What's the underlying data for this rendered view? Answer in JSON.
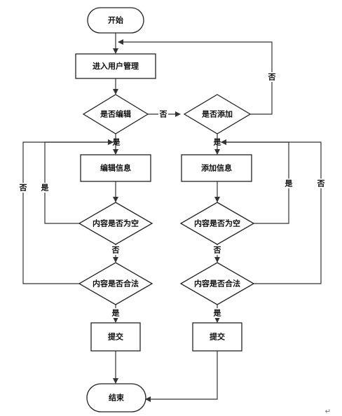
{
  "flow": {
    "start": "开始",
    "enter_user_mgmt": "进入用户管理",
    "is_edit": "是否编辑",
    "is_add": "是否添加",
    "edit_info": "编辑信息",
    "add_info": "添加信息",
    "left_is_empty": "内容是否为空",
    "right_is_empty": "内容是否为空",
    "left_is_valid": "内容是否合法",
    "right_is_valid": "内容是否合法",
    "left_submit": "提交",
    "right_submit": "提交",
    "end": "结束",
    "yes": "是",
    "no": "否",
    "mark": "↵"
  },
  "colors": {
    "stroke": "#222222",
    "fill": "#ffffff",
    "text": "#111111"
  }
}
